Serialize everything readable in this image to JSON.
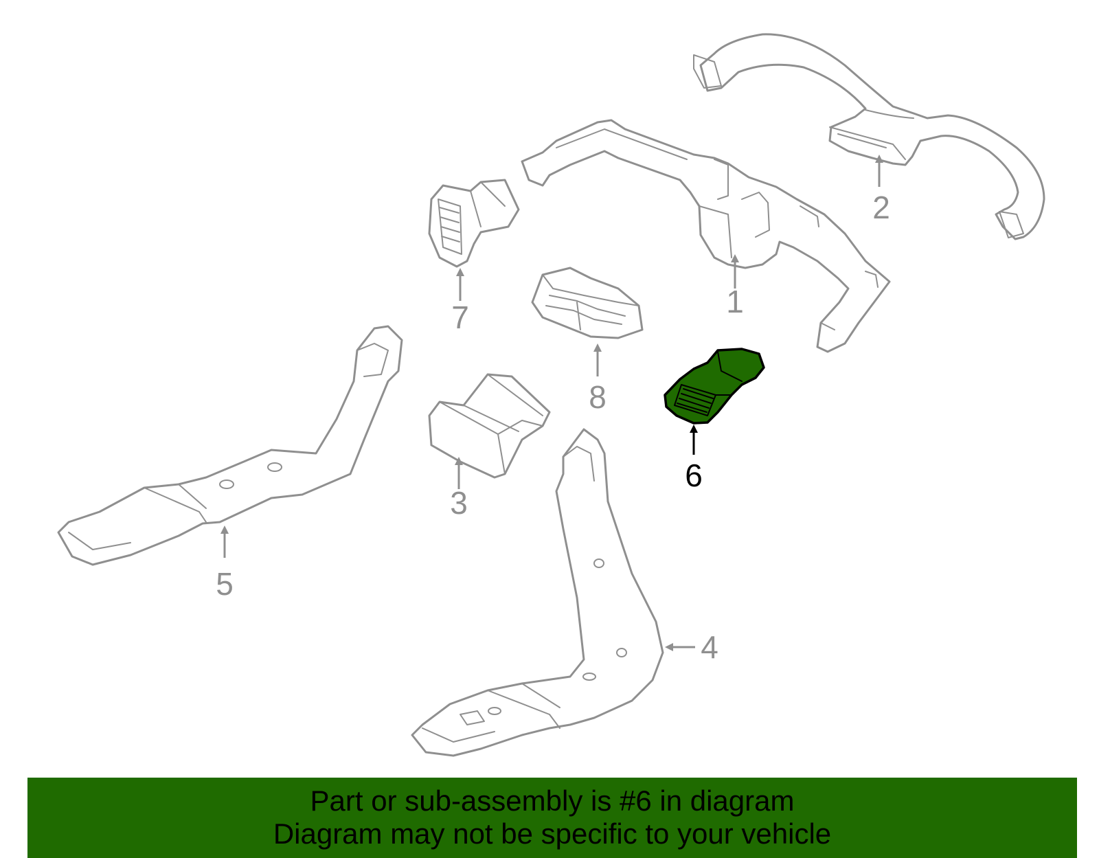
{
  "colors": {
    "highlight": "#1f6b00",
    "part_stroke": "#8f8f8f",
    "active_label": "#000000",
    "banner_background": "#1f6b00",
    "banner_text": "#000000"
  },
  "callouts": {
    "c1": "1",
    "c2": "2",
    "c3": "3",
    "c4": "4",
    "c5": "5",
    "c6": "6",
    "c7": "7",
    "c8": "8"
  },
  "highlighted_part": "6",
  "footer": {
    "line1": "Part or sub-assembly is #6 in diagram",
    "line2": "Diagram may not be specific to your vehicle"
  }
}
